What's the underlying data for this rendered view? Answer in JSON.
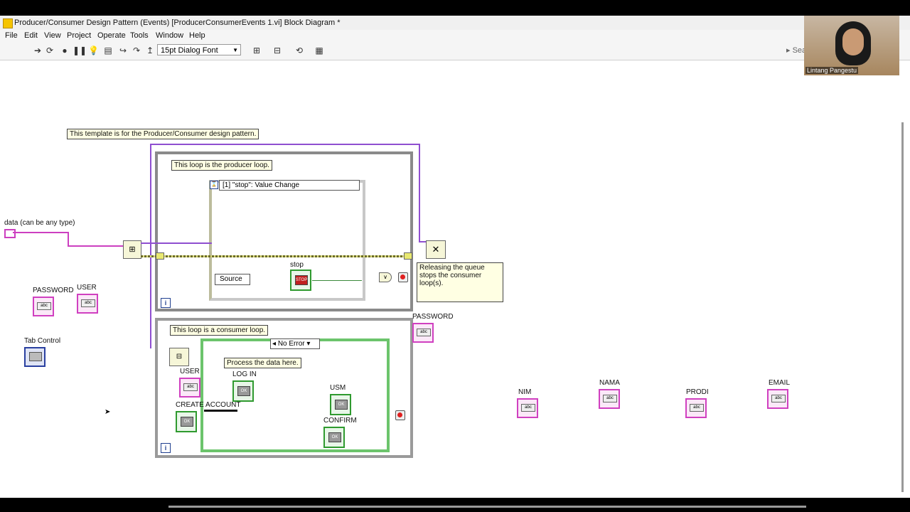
{
  "window": {
    "title": "Producer/Consumer Design Pattern (Events) [ProducerConsumerEvents 1.vi] Block Diagram *"
  },
  "menu": [
    "File",
    "Edit",
    "View",
    "Project",
    "Operate",
    "Tools",
    "Window",
    "Help"
  ],
  "toolbar": {
    "font_select": "15pt Dialog Font",
    "search_placeholder": "Sea"
  },
  "diagram": {
    "template_note": "This template is for the Producer/Consumer design pattern.",
    "producer_note": "This loop is the producer loop.",
    "consumer_note": "This loop is a consumer loop.",
    "process_note": "Process the data here.",
    "release_note": "Releasing the queue stops the consumer loop(s).",
    "data_label": "data (can be any type)",
    "event_selector": "[1] \"stop\": Value Change",
    "source_label": "Source",
    "stop_label": "stop",
    "case_selector": "No Error",
    "iter_label": "i",
    "controls": {
      "password_left": "PASSWORD",
      "user_left": "USER",
      "tab_control": "Tab Control",
      "password_right": "PASSWORD",
      "user_inner": "USER",
      "log_in": "LOG IN",
      "create_account": "CREATE ACCOUNT",
      "usm": "USM",
      "confirm": "CONFIRM",
      "nim": "NIM",
      "nama": "NAMA",
      "prodi": "PRODI",
      "email": "EMAIL"
    },
    "str_glyph": "abc",
    "bool_glyph": "OK",
    "stop_glyph": "STOP"
  },
  "video": {
    "participant_name": "Lintang Pangestu"
  }
}
